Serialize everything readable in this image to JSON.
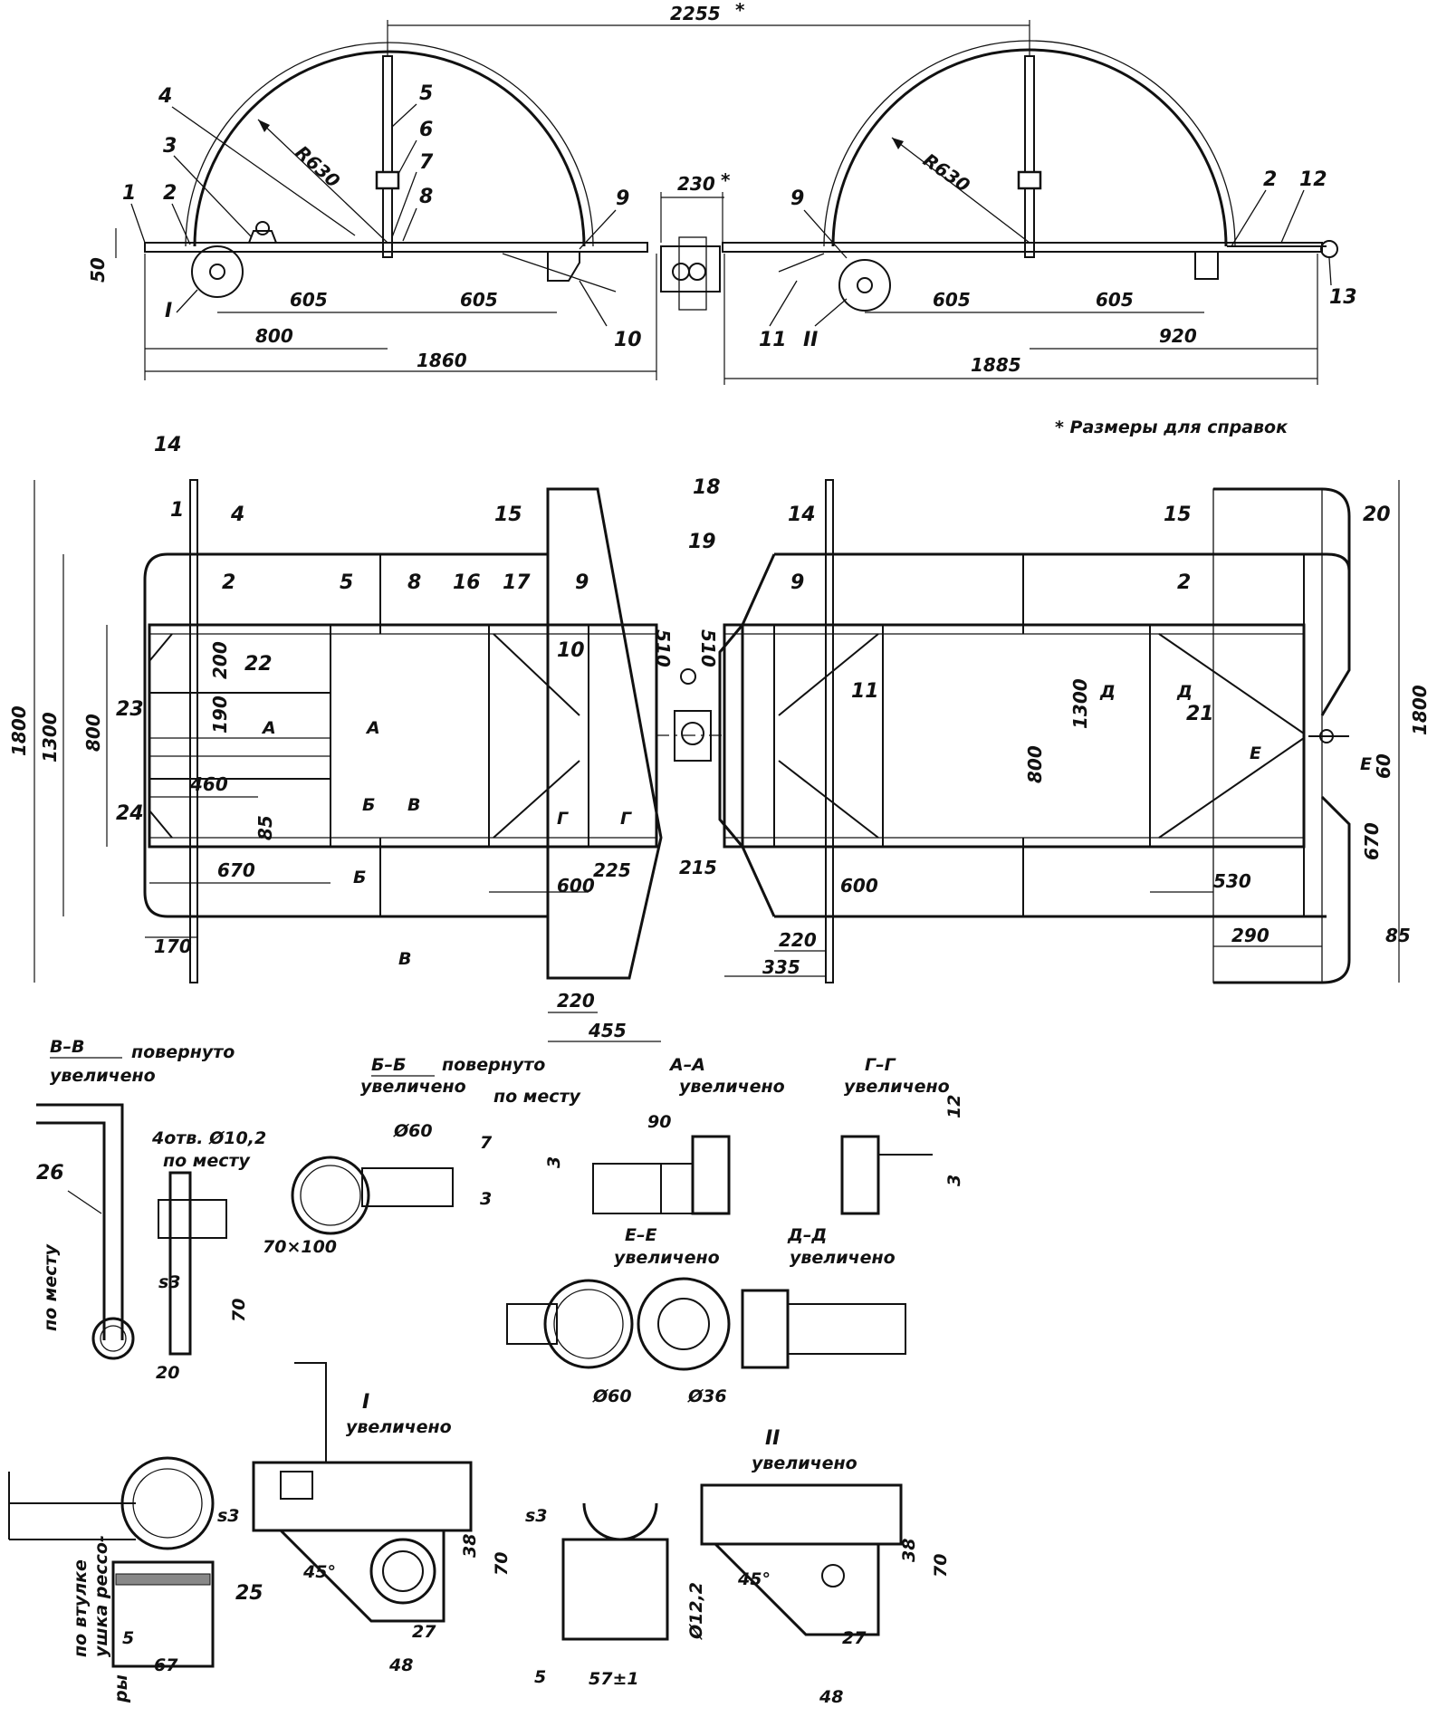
{
  "side_view": {
    "dim_2255": "2255",
    "ref_asterisk": "*",
    "dim_230": "230",
    "dim_50": "50",
    "dim_605": "605",
    "dim_800": "800",
    "dim_1860": "1860",
    "dim_1885": "1885",
    "dim_920": "920",
    "radius": "R630",
    "callouts": [
      "1",
      "2",
      "3",
      "4",
      "5",
      "6",
      "7",
      "8",
      "9",
      "10",
      "11",
      "12",
      "13"
    ],
    "node_I": "I",
    "node_II": "II"
  },
  "reference_note": "* Размеры для справок",
  "plan_view": {
    "dim_1800": "1800",
    "dim_1300": "1300",
    "dim_800": "800",
    "dim_200": "200",
    "dim_190": "190",
    "dim_460": "460",
    "dim_85": "85",
    "dim_670": "670",
    "dim_170": "170",
    "dim_600": "600",
    "dim_225": "225",
    "dim_510": "510",
    "dim_215": "215",
    "dim_220": "220",
    "dim_455": "455",
    "dim_335": "335",
    "dim_530": "530",
    "dim_290": "290",
    "dim_60": "60",
    "callouts": [
      "14",
      "15",
      "16",
      "17",
      "18",
      "19",
      "20",
      "21",
      "22",
      "23",
      "24"
    ],
    "cut_A": "А",
    "cut_B": "Б",
    "cut_V": "В",
    "cut_G": "Г",
    "cut_D": "Д",
    "cut_E": "Е"
  },
  "sections": {
    "vv_title": "В–В",
    "vv_sub1": "повернуто",
    "vv_sub2": "увеличено",
    "bb_title": "Б–Б",
    "bb_sub1": "повернуто",
    "bb_sub2": "увеличено",
    "aa_title": "А–А",
    "aa_sub": "увеличено",
    "gg_title": "Г–Г",
    "gg_sub": "увеличено",
    "ee_title": "Е–Е",
    "ee_sub": "увеличено",
    "dd_title": "Д–Д",
    "dd_sub": "увеличено",
    "holes": "4отв. Ø10,2",
    "po_mestu": "по месту",
    "plate": "70×100",
    "s3": "s3",
    "d60": "Ø60",
    "d36": "Ø36",
    "d122": "Ø12,2",
    "n26": "26",
    "n25": "25",
    "d7": "7",
    "d3": "3",
    "d12": "12",
    "d90": "90",
    "d70": "70",
    "d20": "20",
    "d5": "5",
    "d67": "67",
    "d27": "27",
    "d48": "48",
    "d38": "38",
    "d57": "57±1",
    "angle": "45°",
    "node_I_title": "I",
    "node_II_title": "II",
    "node_sub": "увеличено",
    "bushing_1": "по втулке",
    "bushing_2": "ушка рессо-",
    "bushing_3": "ры"
  }
}
